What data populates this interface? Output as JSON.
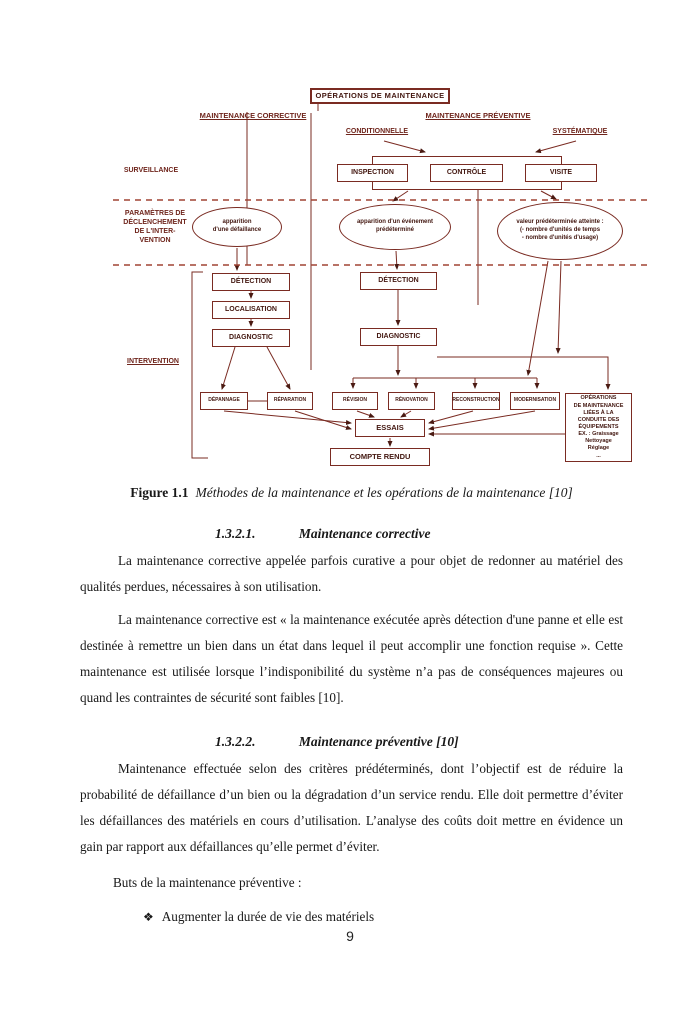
{
  "page": {
    "number": "9"
  },
  "diagram": {
    "accent_color": "#7a2b22",
    "dashed_color": "#a04434",
    "title": "OPÉRATIONS DE MAINTENANCE",
    "columns": {
      "corrective": "MAINTENANCE CORRECTIVE",
      "preventive": "MAINTENANCE PRÉVENTIVE"
    },
    "preventive_types": {
      "conditionnelle": "CONDITIONNELLE",
      "systematique": "SYSTÉMATIQUE"
    },
    "row_labels": {
      "surveillance": "SURVEILLANCE",
      "parametres": "PARAMÈTRES DE\nDÉCLENCHEMENT\nDE L'INTER-\nVENTION",
      "intervention": "INTERVENTION"
    },
    "surveillance_boxes": {
      "inspection": "INSPECTION",
      "controle": "CONTRÔLE",
      "visite": "VISITE"
    },
    "triggers": {
      "defaillance": "apparition\nd'une défaillance",
      "evenement": "apparition d'un événement\nprédéterminé",
      "valeur": "valeur prédéterminée atteinte :\n(-  nombre d'unités de temps\n-  nombre d'unités d'usage)"
    },
    "corrective_chain": {
      "detection": "DÉTECTION",
      "localisation": "LOCALISATION",
      "diagnostic": "DIAGNOSTIC"
    },
    "preventive_chain": {
      "detection": "DÉTECTION",
      "diagnostic": "DIAGNOSTIC"
    },
    "operations": {
      "depannage": "DÉPANNAGE",
      "reparation": "RÉPARATION",
      "revision": "RÉVISION",
      "renovation": "RÉNOVATION",
      "reconstruction": "RECONSTRUCTION",
      "modernisation": "MODERNISATION"
    },
    "conduite_box": "OPÉRATIONS\nDE MAINTENANCE\nLIÉES À LA\nCONDUITE DES\nÉQUIPEMENTS\nEX. : Graissage\nNettoyage\nRéglage\n...",
    "essais": "ESSAIS",
    "compte_rendu": "COMPTE RENDU"
  },
  "figure": {
    "caption_label": "Figure 1.1",
    "caption_text": "Méthodes de la maintenance et les opérations de la maintenance [10]"
  },
  "sections": [
    {
      "number": "1.3.2.1.",
      "title": "Maintenance corrective",
      "paragraphs": [
        "La maintenance corrective appelée parfois curative a pour objet de redonner au matériel des qualités perdues, nécessaires à son utilisation.",
        "La maintenance corrective est « la maintenance exécutée après détection d'une panne et elle est destinée à remettre un bien dans un état dans lequel il peut accomplir une fonction requise ». Cette maintenance est utilisée lorsque l’indisponibilité du système n’a pas de conséquences majeures ou quand les contraintes de sécurité sont faibles [10]."
      ]
    },
    {
      "number": "1.3.2.2.",
      "title": "Maintenance préventive [10]",
      "paragraphs": [
        "Maintenance effectuée selon des critères prédéterminés, dont l’objectif est de réduire la probabilité de défaillance d’un bien ou la dégradation d’un service rendu. Elle doit permettre d’éviter les défaillances des matériels en cours d’utilisation. L’analyse des coûts doit mettre en évidence un gain par rapport aux défaillances qu’elle permet d’éviter."
      ],
      "buts_label": "Buts de la maintenance préventive :",
      "bullet_icon": "❖",
      "bullets": [
        "Augmenter la durée de vie des matériels"
      ]
    }
  ]
}
